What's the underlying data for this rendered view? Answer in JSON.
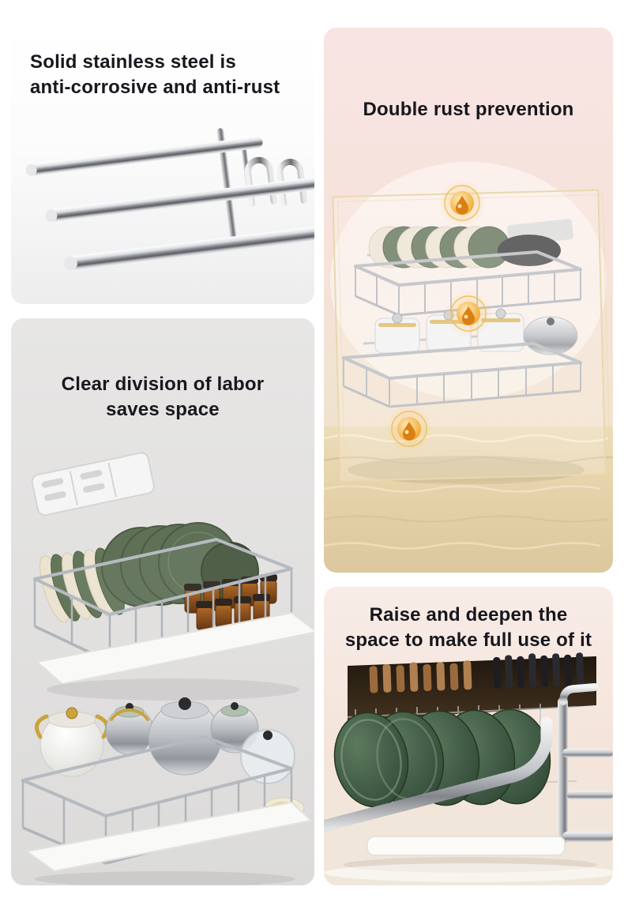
{
  "panels": {
    "steel": {
      "heading_line1": "Solid stainless steel is",
      "heading_line2": "anti-corrosive and anti-rust",
      "photo_alt": "chrome-stainless-steel-rails"
    },
    "rust": {
      "heading": "Double rust prevention",
      "photo_alt": "stacked-wire-baskets-behind-glass-above-water",
      "droplet_badge_count": 3
    },
    "division": {
      "heading_line1": "Clear division of labor",
      "heading_line2": "saves space",
      "photo_alt": "two-pullout-baskets-with-dishes-and-cookware"
    },
    "space": {
      "heading_line1": "Raise and deepen the",
      "heading_line2": "space to make full use of it",
      "photo_alt": "deep-basket-with-green-bowls-and-utensils"
    }
  },
  "colors": {
    "heading_text": "#17171d",
    "page_background": "#ffffff",
    "panel_steel_background": "#f7f7f8",
    "panel_rust_background": "#f8e4e3",
    "panel_division_background": "#e4e3e2",
    "panel_space_background": "#f6e9e2",
    "chrome_silver": "#c6c9cd",
    "plate_green": "#5e7157",
    "plate_cream": "#ece3d2",
    "jar_amber": "#8a4f1f",
    "droplet_gold": "#eba23a",
    "water_beige": "#e7d7b4",
    "bowl_green": "#3c5743"
  }
}
